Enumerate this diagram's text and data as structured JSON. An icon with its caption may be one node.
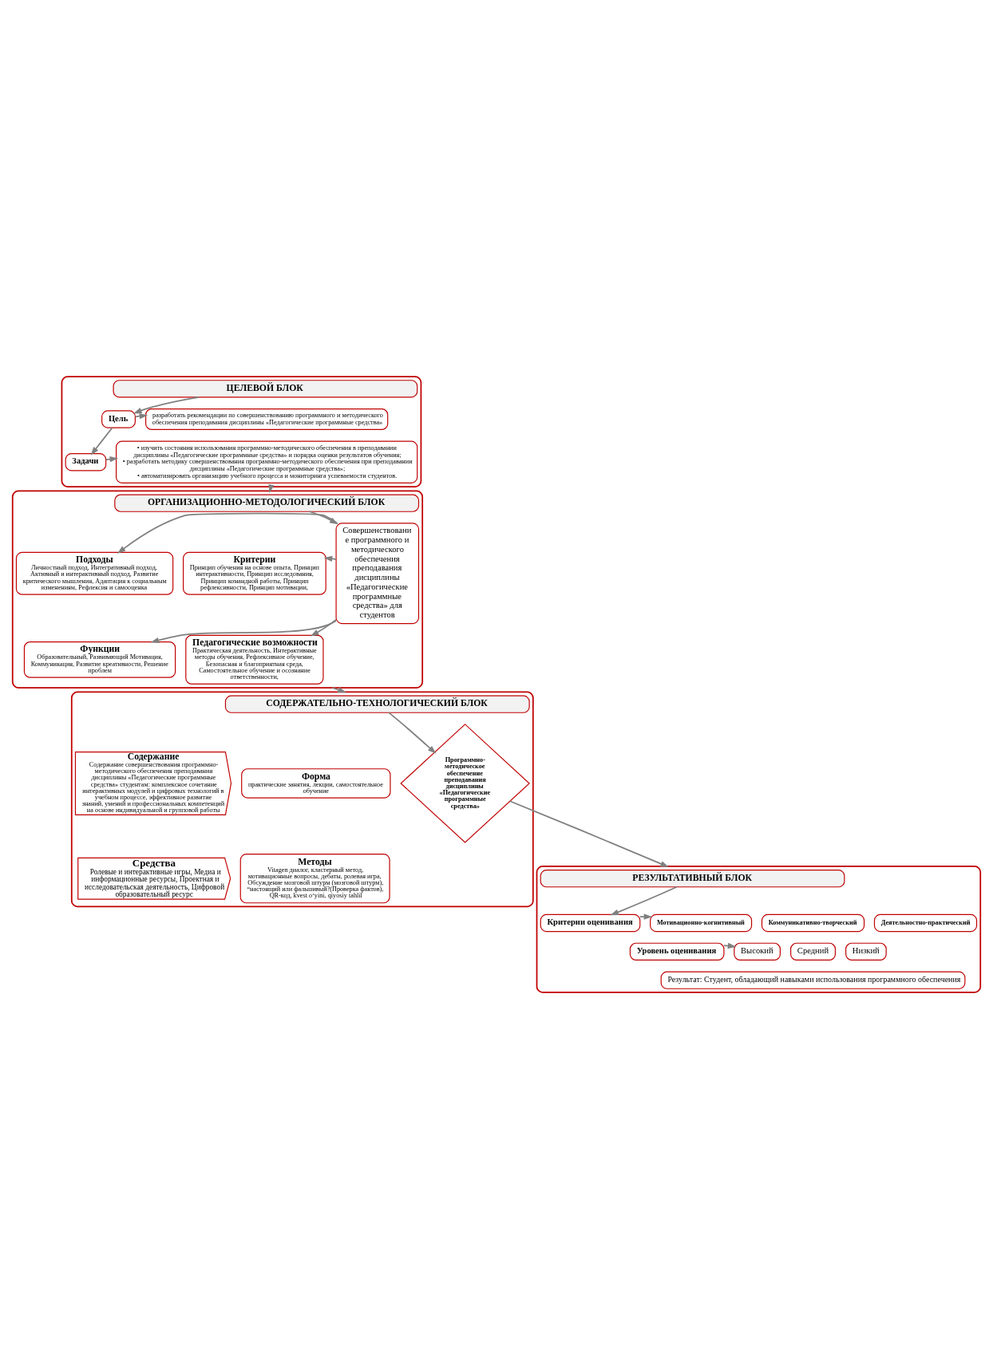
{
  "diagram": {
    "nodes": [
      {
        "text": [],
        "shape": "box"
      },
      {
        "text": [
          "ЦЕЛЕВОЙ БЛОК"
        ],
        "in": 0
      },
      {
        "text": [
          "Цель"
        ],
        "in": 0
      },
      {
        "text": [
          "разработать рекомендации по совершенствованию программного и методического обеспечения преподавания дисциплины «Педагогические программные средства»"
        ],
        "in": 0
      },
      {
        "text": [
          "Задачи"
        ],
        "in": 0
      },
      {
        "text": [
          "• изучить состояния использования программно-методического обеспечения в преподавании дисциплины «Педагогические программные средства» и порядка оценки результатов обучения;",
          "• разработать методику совершенствования программно-методического обеспечения при преподавании дисциплины «Педагогические программные средства»;",
          "• автоматизировать организацию учебного процесса и мониторинга успеваемости студентов."
        ],
        "in": 0
      },
      {
        "text": [],
        "shape": "box"
      },
      {
        "text": [
          "ОРГАНИЗАЦИОННО-МЕТОДОЛОГИЧЕСКИЙ БЛОК"
        ],
        "in": 6
      },
      {
        "text": [
          "Подходы",
          "Личностный подход, Интегративный подход, Активный и интерактивный подход, Развитие критического мышления, Адаптация к социальным изменениям, Рефлексия и самооценка"
        ],
        "in": 6
      },
      {
        "text": [
          "Функции",
          "Образовательный, Развивающий Мотивация, Коммуникация, Развитие креативности, Решение проблем"
        ],
        "in": 6
      },
      {
        "text": [
          "Совершенствование программного и методического обеспечения преподавания дисциплины «Педагогические программные средства» для студентов"
        ],
        "in": 6
      },
      {
        "text": [
          "Критерии",
          "Принцип обучения на основе опыта, Принцип интерактивности, Принцип исследования, Принцип командной работы, Принцип рефлексивности, Принцип мотивации,"
        ],
        "in": 6
      },
      {
        "text": [
          "Педагогические возможности",
          "Практическая деятельность, Интерактивные методы обучения, Рефлексивное обучение, Безопасная и благоприятная среда, Самостоятельное обучение и осознание ответственности,"
        ],
        "in": 6
      },
      {
        "text": [],
        "shape": "box"
      },
      {
        "text": [
          "СОДЕРЖАТЕЛЬНО-ТЕХНОЛОГИЧЕСКИЙ БЛОК"
        ],
        "in": 13
      },
      {
        "text": [
          "Содержание",
          "Содержание совершенствования программно-методического обеспечения преподавания дисциплины «Педагогические программные средства» студентам: комплексное сочетание интерактивных модулей и цифровых технологий в учебном процессе, эффективное развитие знаний, умений и профессиональных компетенций на основе индивидуальной и групповой работы"
        ],
        "in": 13
      },
      {
        "text": [
          "Средства",
          "Ролевые и интерактивные игры, Медиа и информационные ресурсы, Проектная и исследовательская деятельность, Цифровой образовательный ресурс"
        ],
        "in": 13
      },
      {
        "text": [
          "Программно-методическое обеспечение преподавания дисциплины «Педагогические программные средства»"
        ],
        "in": 13
      },
      {
        "text": [
          "Форма",
          "практические занятия, лекции, самостоятельное обучение"
        ],
        "in": 13
      },
      {
        "text": [
          "Методы",
          "Vitagen диалог, кластерный метод, мотивационные вопросы, дебаты, ролевая игра, Обсуждение мозговой штурм (мозговой штурм), “настоящий или фальшивый?(Проверка фактов), QR-код, kvest o‘yini, qiyosiy tahlil"
        ],
        "in": 13
      },
      {
        "text": [],
        "shape": "box"
      },
      {
        "text": [
          "РЕЗУЛЬТАТИВНЫЙ БЛОК"
        ],
        "in": 20
      },
      {
        "text": [
          "Критерии оценивания"
        ],
        "in": 20
      },
      {
        "text": [
          "Мотивационно-когнитивный"
        ],
        "in": 20
      },
      {
        "text": [
          "Коммуникативно-творческий"
        ],
        "in": 20
      },
      {
        "text": [
          "Деятельностно-практический"
        ],
        "in": 20
      },
      {
        "text": [
          "Уровень оценивания"
        ],
        "in": 20
      },
      {
        "text": [
          "Высокий"
        ],
        "in": 20
      },
      {
        "text": [
          "Средний"
        ],
        "in": 20
      },
      {
        "text": [
          "Низкий"
        ],
        "in": 20
      },
      {
        "text": [
          "Результат: Студент, обладающий навыками использования программного обеспечения"
        ],
        "in": 20
      }
    ],
    "edges": [
      {
        "from": 1,
        "to": 2,
        "arrow": "to"
      },
      {
        "from": 2,
        "to": 3,
        "arrow": "to"
      },
      {
        "from": 2,
        "to": 4,
        "arrow": "to"
      },
      {
        "from": 4,
        "to": 5,
        "arrow": "to"
      },
      {
        "from": 0,
        "to": 6,
        "arrow": "to"
      },
      {
        "from": 7,
        "to": 10,
        "arrow": "to"
      },
      {
        "from": 10,
        "to": 8,
        "arrow": "to"
      },
      {
        "from": 10,
        "to": 9,
        "arrow": "to"
      },
      {
        "from": 10,
        "to": 11,
        "arrow": "to"
      },
      {
        "from": 10,
        "to": 12,
        "arrow": "to"
      },
      {
        "from": 6,
        "to": 13,
        "arrow": "to"
      },
      {
        "from": 14,
        "to": 17,
        "arrow": "to"
      },
      {
        "from": 17,
        "to": 20,
        "arrow": "to"
      },
      {
        "from": 21,
        "to": 22,
        "arrow": "to"
      },
      {
        "from": 22,
        "to": 23,
        "arrow": "to"
      },
      {
        "from": 26,
        "to": 27,
        "arrow": "to"
      }
    ]
  }
}
